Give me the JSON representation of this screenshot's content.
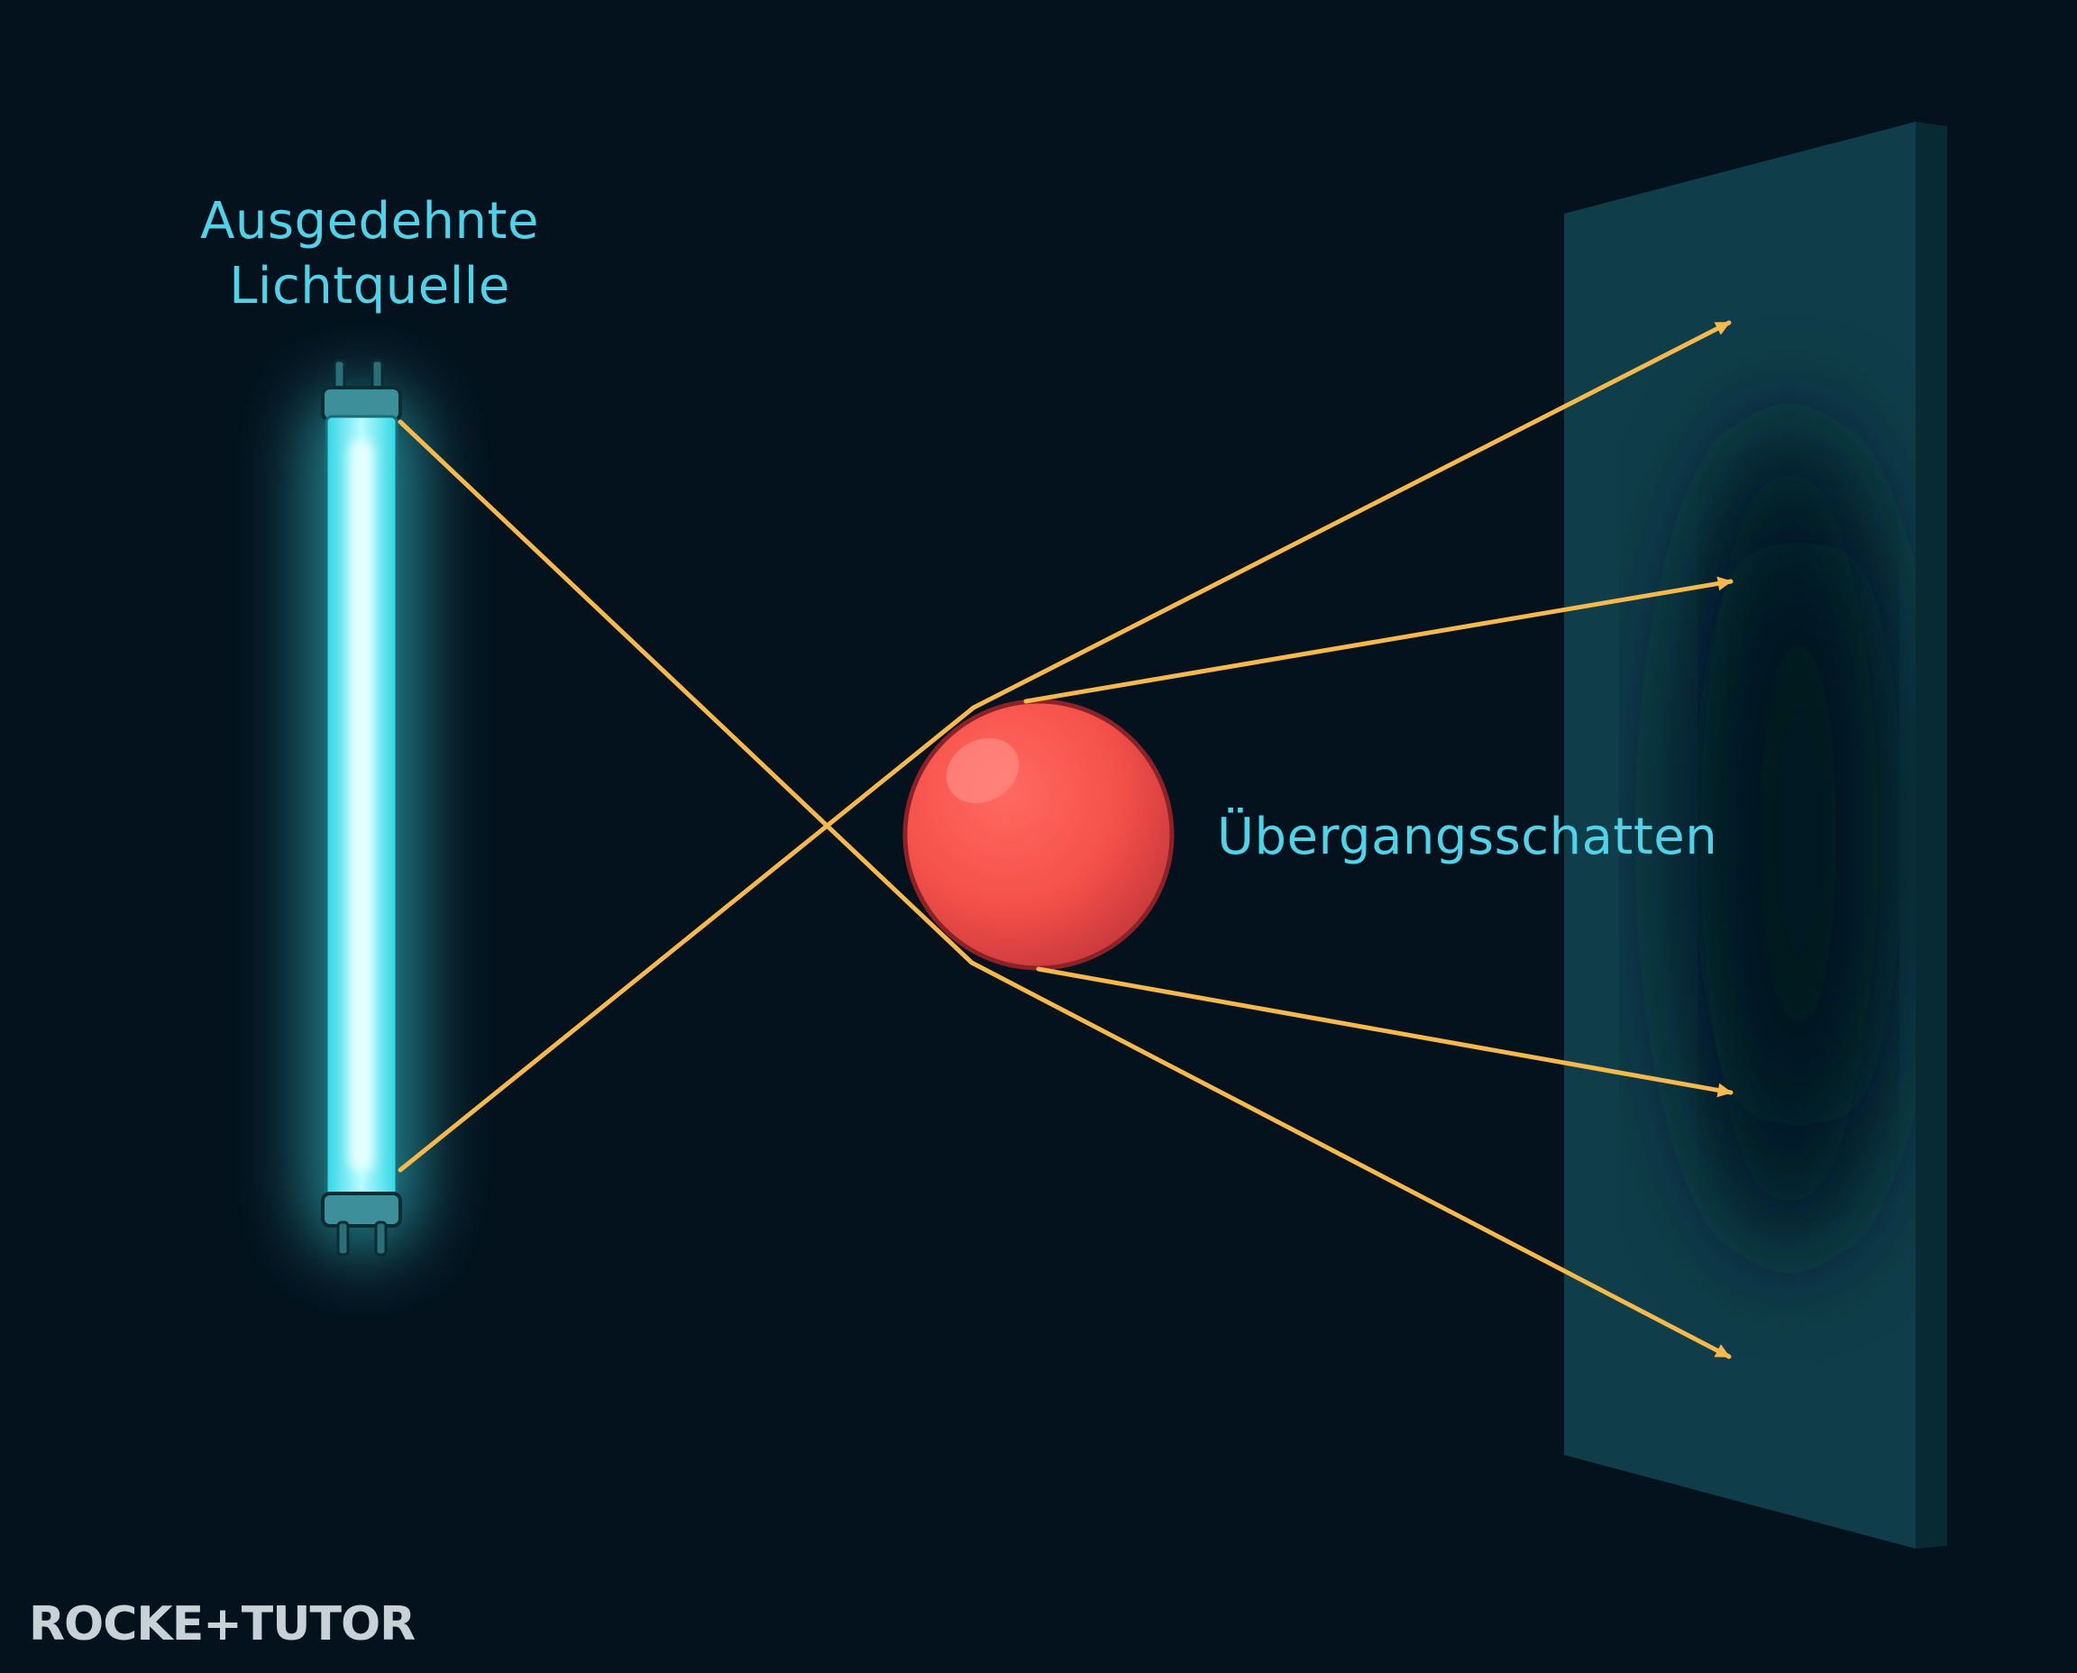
{
  "labels": {
    "source_line1": "Ausgedehnte",
    "source_line2": "Lichtquelle",
    "shadow": "Übergangsschatten"
  },
  "logo": {
    "text": "ROCKE+TUTOR"
  },
  "colors": {
    "background": "#04121d",
    "label_text": "#4fd3e8",
    "rays": "#f7b84c",
    "ball": "#f4504a",
    "screen": "#0e3c48",
    "tube_glow": "#3fe6f0"
  }
}
